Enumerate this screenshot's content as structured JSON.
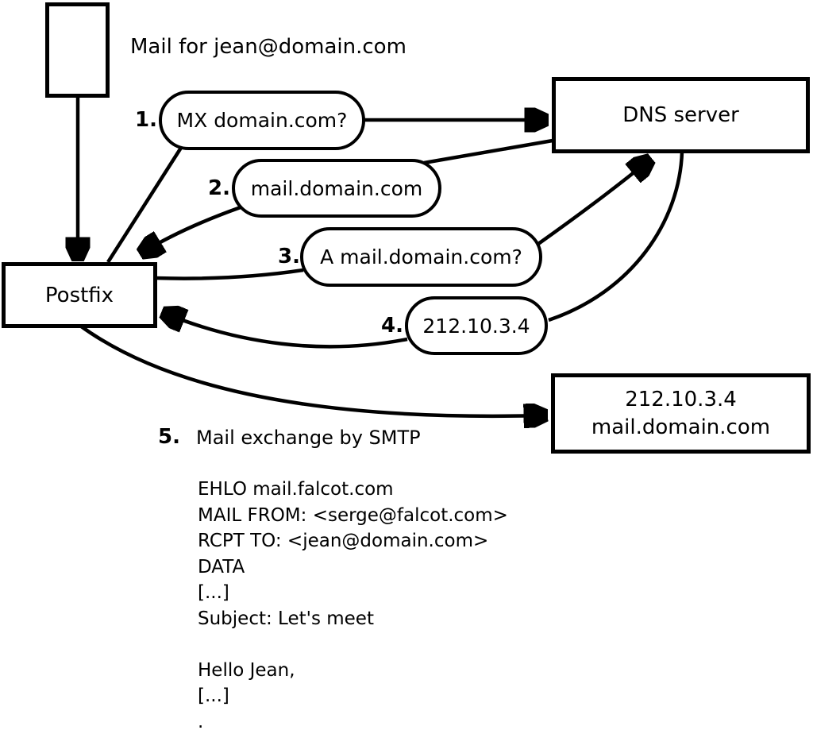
{
  "diagram": {
    "title": "Mail for jean@domain.com",
    "nodes": {
      "postfix": {
        "label": "Postfix"
      },
      "dns": {
        "label": "DNS server"
      },
      "result": {
        "line1": "212.10.3.4",
        "line2": "mail.domain.com"
      }
    },
    "messages": [
      {
        "num": "1.",
        "label": "MX domain.com?"
      },
      {
        "num": "2.",
        "label": "mail.domain.com"
      },
      {
        "num": "3.",
        "label": "A mail.domain.com?"
      },
      {
        "num": "4.",
        "label": "212.10.3.4"
      }
    ],
    "step5": {
      "num": "5.",
      "label": "Mail exchange by SMTP"
    },
    "smtp_session": "EHLO mail.falcot.com\nMAIL FROM: <serge@falcot.com>\nRCPT TO: <jean@domain.com>\nDATA\n[...]\nSubject: Let's meet\n\nHello Jean,\n[...]\n.",
    "colors": {
      "ink": "#000000",
      "paper": "#ffffff"
    }
  }
}
